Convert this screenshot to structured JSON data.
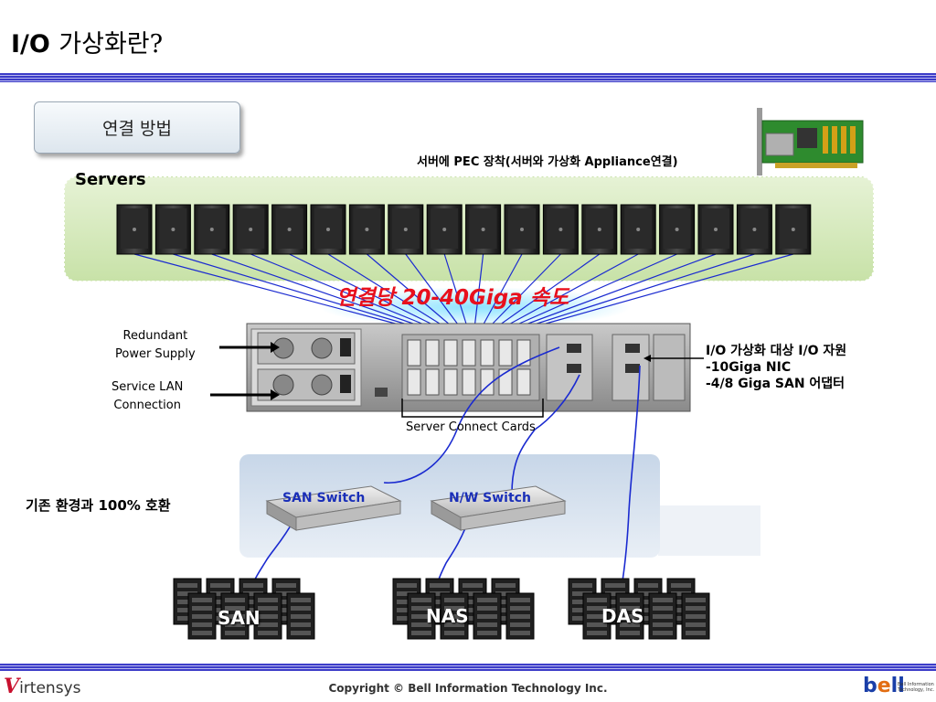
{
  "slide": {
    "title_latin": "I/O ",
    "title_korean": "가상화란?",
    "method_box": "연결 방법",
    "pec_caption": "서버에 PEC 장착(서버와 가상화 Appliance연결)",
    "servers_label": "Servers",
    "speed_caption": "연결당 20-40Giga 속도",
    "redundant_label": [
      "Redundant",
      "Power Supply"
    ],
    "service_lan_label": [
      "Service LAN",
      "Connection"
    ],
    "io_resource_label": [
      "I/O 가상화 대상 I/O 자원",
      "-10Giga NIC",
      "-4/8 Giga SAN 어댑터"
    ],
    "server_connect_label": "Server Connect Cards",
    "compat_label": "기존 환경과 100% 호환",
    "san_switch_label": "SAN Switch",
    "nw_switch_label": "N/W Switch",
    "storage_labels": [
      "SAN",
      "NAS",
      "DAS"
    ],
    "copyright": "Copyright © Bell Information Technology Inc.",
    "logo_left": "irtensys",
    "logo_left_initial": "V",
    "logo_right": "ll",
    "logo_right_prefix": "b",
    "logo_right_e": "e",
    "logo_right_small": [
      "Bell Information",
      "Technology, Inc."
    ]
  },
  "colors": {
    "rule_blue": "#3c3cc8",
    "speed_red": "#e8101c",
    "switch_label_blue": "#1a2fb8",
    "server_panel_green": "#c8e2a8",
    "san_panel_blue": "#c7d6e8",
    "connection_line_blue": "#1a2ad0"
  },
  "icons": [
    "server-tower-icon",
    "appliance-chassis-icon",
    "network-switch-icon",
    "storage-rack-icon",
    "pci-card-icon"
  ]
}
